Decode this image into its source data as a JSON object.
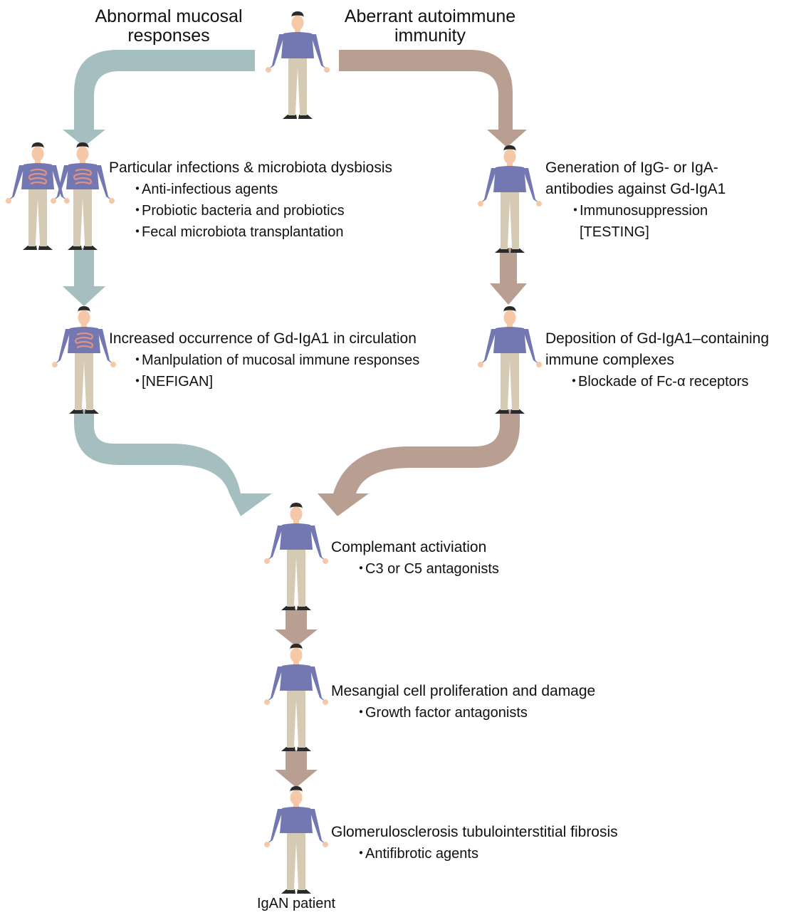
{
  "colors": {
    "mucosal_arrow": "#a5bfc0",
    "autoimmune_arrow": "#b99e92",
    "shirt": "#7378b2",
    "shirt_alt": "#7aab8a",
    "pants": "#d5cbb5",
    "pants_alt": "#b7b4d3",
    "skin": "#f5c9a8",
    "hair": "#2a2a2a",
    "gut": "#e2917f"
  },
  "headers": {
    "left_line1": "Abnormal mucosal",
    "left_line2": "responses",
    "right_line1": "Aberrant autoimmune",
    "right_line2": "immunity"
  },
  "stages": {
    "infections": {
      "title": "Particular infections & microbiota dysbiosis",
      "items": [
        "Anti-infectious agents",
        "Probiotic bacteria and probiotics",
        "Fecal microbiota transplantation"
      ]
    },
    "gd_circulation": {
      "title": "Increased occurrence of Gd-IgA1 in circulation",
      "items": [
        "Manlpulation of mucosal immune responses",
        "[NEFIGAN]"
      ]
    },
    "antibodies": {
      "title_line1": "Generation of IgG- or IgA-",
      "title_line2": "antibodies against Gd-IgA1",
      "items": [
        "Immunosuppression",
        "[TESTING]"
      ]
    },
    "deposition": {
      "title_line1": "Deposition of Gd-IgA1–containing",
      "title_line2": "immune complexes",
      "items": [
        "Blockade of Fc-α receptors"
      ]
    },
    "complement": {
      "title": "Complemant activiation",
      "items": [
        "C3 or C5 antagonists"
      ]
    },
    "mesangial": {
      "title": "Mesangial cell proliferation and damage",
      "items": [
        "Growth factor antagonists"
      ]
    },
    "fibrosis": {
      "title": "Glomerulosclerosis tubulointerstitial fibrosis",
      "items": [
        "Antifibrotic agents"
      ]
    }
  },
  "bullet": "・",
  "patient_label": "IgAN patient"
}
